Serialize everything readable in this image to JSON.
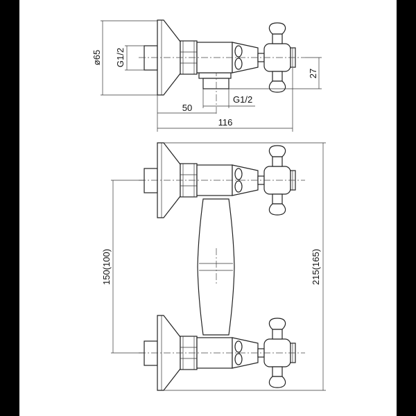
{
  "frame": {
    "border_color": "#000000"
  },
  "top_view": {
    "diameter_label": "ø65",
    "inlet_thread_label": "G1/2",
    "outlet_thread_label": "G1/2",
    "outlet_offset_label": "27",
    "outlet_distance_label": "50",
    "overall_depth_label": "116"
  },
  "front_view": {
    "center_distance_label": "150(100)",
    "overall_height_label": "215(165)"
  }
}
